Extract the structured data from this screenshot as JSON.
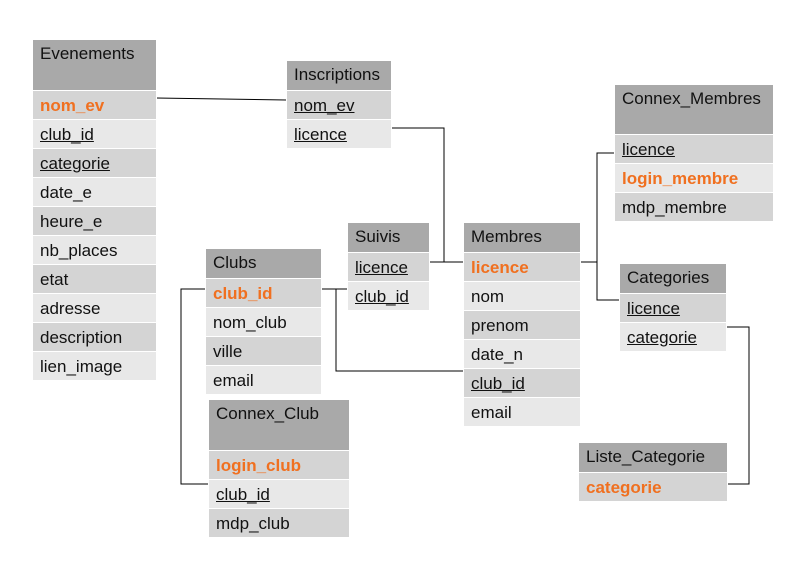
{
  "colors": {
    "header": "#a9a9a9",
    "row_dark": "#d4d4d4",
    "row_light": "#e8e8e8",
    "primary_key": "#f07020",
    "line": "#000000"
  },
  "tables": {
    "evenements": {
      "title": "Evenements",
      "fields": [
        {
          "label": "nom_ev",
          "style": "pk"
        },
        {
          "label": "club_id",
          "style": "key"
        },
        {
          "label": "categorie",
          "style": "key"
        },
        {
          "label": "date_e",
          "style": ""
        },
        {
          "label": "heure_e",
          "style": ""
        },
        {
          "label": "nb_places",
          "style": ""
        },
        {
          "label": "etat",
          "style": ""
        },
        {
          "label": "adresse",
          "style": ""
        },
        {
          "label": "description",
          "style": ""
        },
        {
          "label": "lien_image",
          "style": ""
        }
      ]
    },
    "inscriptions": {
      "title": "Inscriptions",
      "fields": [
        {
          "label": "nom_ev",
          "style": "key"
        },
        {
          "label": "licence",
          "style": "key"
        }
      ]
    },
    "connex_membres": {
      "title": "Connex_Membres",
      "fields": [
        {
          "label": "licence",
          "style": "key"
        },
        {
          "label": "login_membre",
          "style": "pk"
        },
        {
          "label": "mdp_membre",
          "style": ""
        }
      ]
    },
    "suivis": {
      "title": "Suivis",
      "fields": [
        {
          "label": "licence",
          "style": "key"
        },
        {
          "label": "club_id",
          "style": "key"
        }
      ]
    },
    "membres": {
      "title": "Membres",
      "fields": [
        {
          "label": "licence",
          "style": "pk"
        },
        {
          "label": "nom",
          "style": ""
        },
        {
          "label": "prenom",
          "style": ""
        },
        {
          "label": "date_n",
          "style": ""
        },
        {
          "label": "club_id",
          "style": "key"
        },
        {
          "label": "email",
          "style": ""
        }
      ]
    },
    "clubs": {
      "title": "Clubs",
      "fields": [
        {
          "label": "club_id",
          "style": "pk"
        },
        {
          "label": "nom_club",
          "style": ""
        },
        {
          "label": "ville",
          "style": ""
        },
        {
          "label": "email",
          "style": ""
        }
      ]
    },
    "categories": {
      "title": "Categories",
      "fields": [
        {
          "label": "licence",
          "style": "key"
        },
        {
          "label": "categorie",
          "style": "key"
        }
      ]
    },
    "connex_club": {
      "title": "Connex_Club",
      "fields": [
        {
          "label": "login_club",
          "style": "pk"
        },
        {
          "label": "club_id",
          "style": "key"
        },
        {
          "label": "mdp_club",
          "style": ""
        }
      ]
    },
    "liste_categorie": {
      "title": "Liste_Categorie",
      "fields": [
        {
          "label": "categorie",
          "style": "pk"
        }
      ]
    }
  }
}
